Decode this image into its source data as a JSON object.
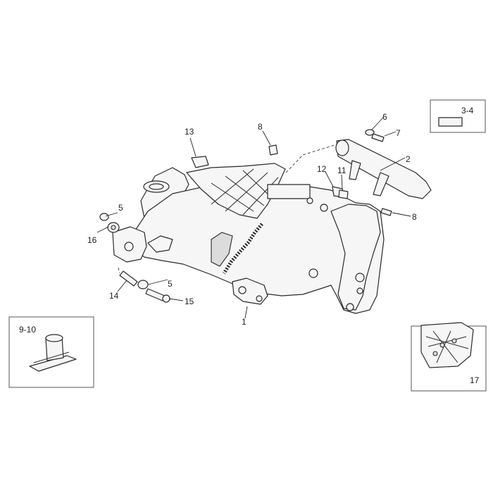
{
  "callouts": {
    "c1": "1",
    "c2": "2",
    "c3_4": "3-4",
    "c5a": "5",
    "c5b": "5",
    "c6": "6",
    "c7": "7",
    "c8a": "8",
    "c8b": "8",
    "c9_10": "9-10",
    "c11": "11",
    "c12": "12",
    "c13": "13",
    "c14": "14",
    "c15": "15",
    "c16": "16",
    "c17": "17"
  },
  "colors": {
    "line": "#2a2a2a",
    "part_fill": "#f6f6f6",
    "shade": "#dcdcdc",
    "box_border": "#555555"
  }
}
